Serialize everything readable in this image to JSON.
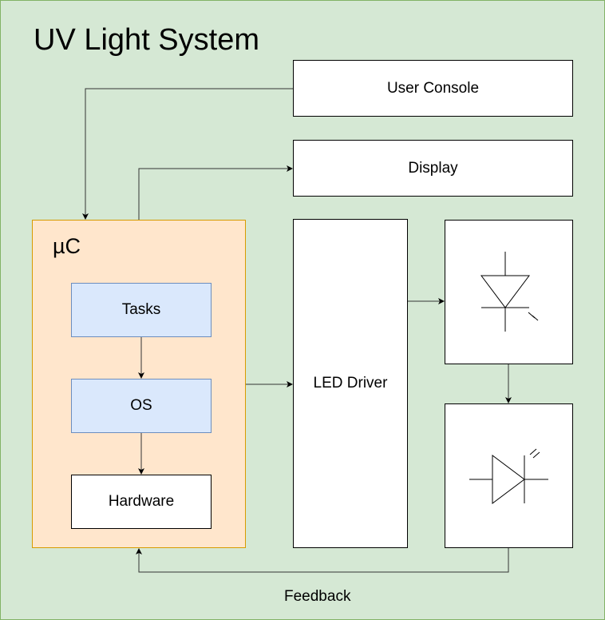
{
  "title": "UV Light System",
  "colors": {
    "background": "#d5e8d4",
    "frame_border": "#82b366",
    "uc_fill": "#ffe6cc",
    "uc_border": "#d79b00",
    "task_fill": "#dae8fc",
    "task_border": "#6c8ebf"
  },
  "blocks": {
    "user_console": "User Console",
    "display": "Display",
    "uc": "µC",
    "tasks": "Tasks",
    "os": "OS",
    "hardware": "Hardware",
    "led_driver": "LED Driver",
    "uv_led": "uv-led-icon",
    "photodiode": "photodiode-icon"
  },
  "labels": {
    "feedback": "Feedback"
  }
}
